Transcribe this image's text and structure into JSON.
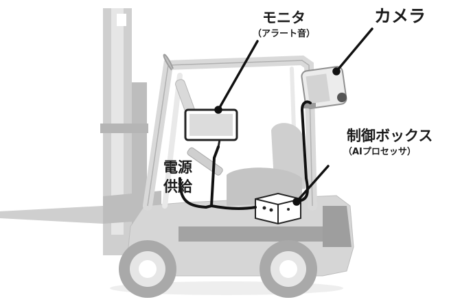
{
  "labels": {
    "monitor": "モニタ",
    "monitor_sub": "（アラート音）",
    "camera": "カメラ",
    "control_box": "制御ボックス",
    "control_box_sub": "（AIプロセッサ）",
    "power_line1": "電源",
    "power_line2": "供給"
  },
  "colors": {
    "body_light": "#e3e3e3",
    "body_mid": "#c9c9c9",
    "body_dark": "#9a9a9a",
    "outline": "#222222",
    "cable": "#111111",
    "glass": "#ffffff"
  }
}
